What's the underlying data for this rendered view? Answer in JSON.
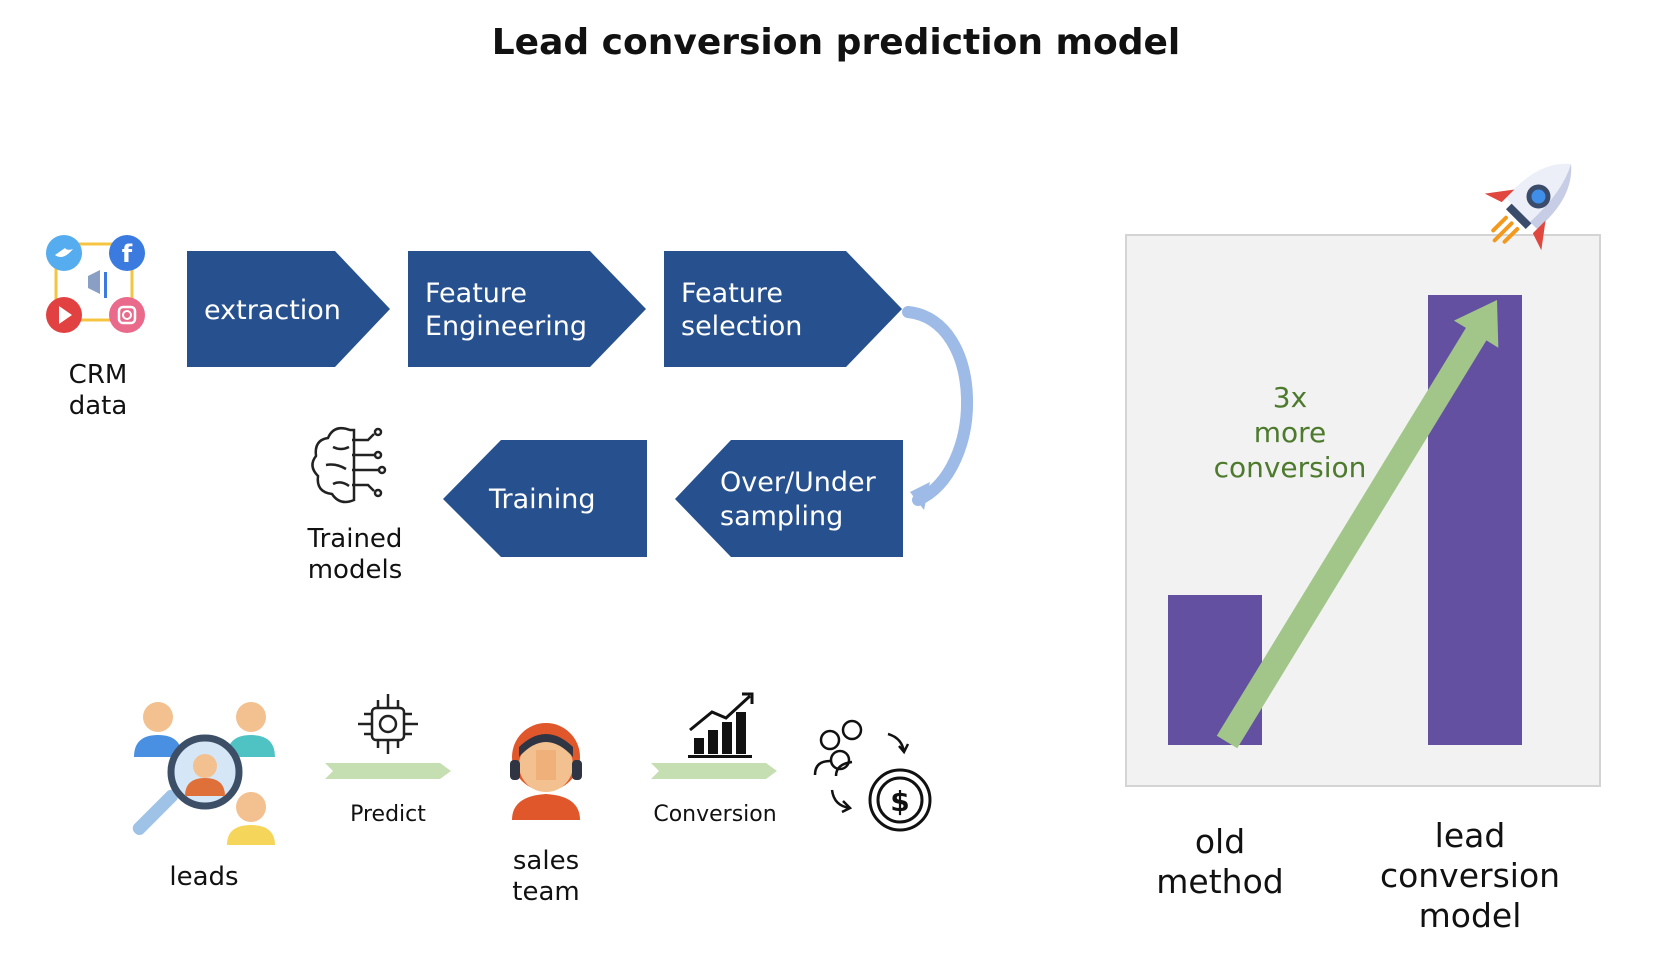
{
  "title": "Lead conversion prediction model",
  "crm": {
    "label_line1": "CRM",
    "label_line2": "data"
  },
  "pipeline": {
    "steps": [
      {
        "lines": [
          "extraction"
        ]
      },
      {
        "lines": [
          "Feature",
          "Engineering"
        ]
      },
      {
        "lines": [
          "Feature",
          "selection"
        ]
      },
      {
        "lines": [
          "Over/Under",
          "sampling"
        ]
      },
      {
        "lines": [
          "Training"
        ]
      }
    ],
    "color": "#27508e",
    "curve_arrow_color": "#9dbbe6"
  },
  "trained_models": {
    "line1": "Trained",
    "line2": "models"
  },
  "bottom_flow": {
    "leads": "leads",
    "predict": "Predict",
    "sales_line1": "sales",
    "sales_line2": "team",
    "conversion": "Conversion"
  },
  "chart_data": {
    "type": "bar",
    "categories": [
      "old method",
      "lead conversion model"
    ],
    "category_lines": [
      [
        "old",
        "method"
      ],
      [
        "lead",
        "conversion",
        "model"
      ]
    ],
    "values": [
      1,
      3
    ],
    "annotation": [
      "3x",
      "more",
      "conversion"
    ],
    "bar_color": "#6350a1",
    "arrow_color": "#a2c689",
    "annotation_color": "#4d7a2d",
    "background": "#f2f2f2"
  },
  "icons": {
    "social": "crm-social-media-icon",
    "brain": "brain-circuit-icon",
    "leads": "leads-search-icon",
    "chip": "ai-chip-icon",
    "agent": "sales-agent-icon",
    "growth": "growth-chart-icon",
    "money": "money-cycle-icon",
    "rocket": "rocket-icon"
  }
}
